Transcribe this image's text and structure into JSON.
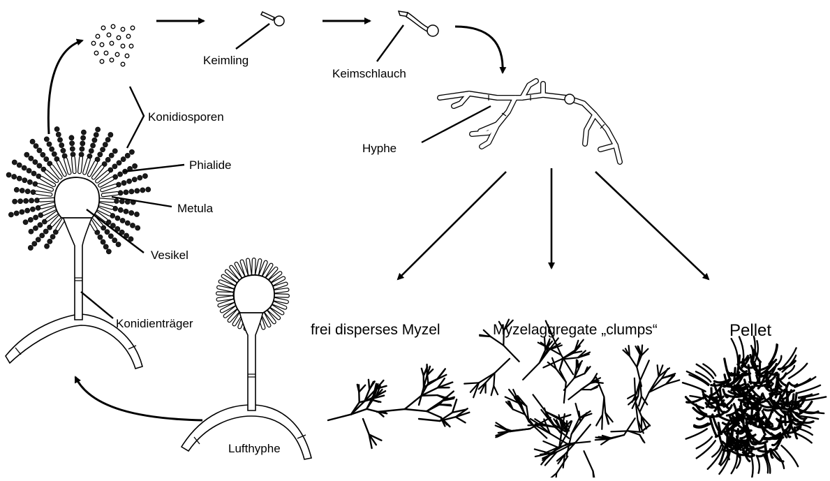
{
  "labels": {
    "keimling": "Keimling",
    "keimschlauch": "Keimschlauch",
    "konidiosporen": "Konidiosporen",
    "hyphe": "Hyphe",
    "phialide": "Phialide",
    "metula": "Metula",
    "vesikel": "Vesikel",
    "konidientraeger": "Konidienträger",
    "lufthyphe": "Lufthyphe",
    "frei_disperses_myzel": "frei disperses Myzel",
    "myzelaggregate": "Myzelaggregate „clumps“",
    "pellet": "Pellet"
  },
  "colors": {
    "ink": "#000000",
    "spore_fill": "#1a1a1a",
    "paper": "#ffffff"
  }
}
